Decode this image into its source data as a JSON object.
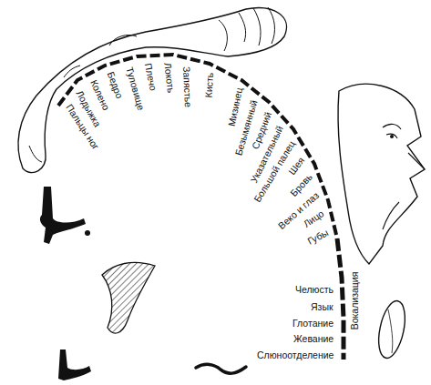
{
  "diagram": {
    "labels": [
      "Пальцы ног",
      "Лодыжка",
      "Колено",
      "Бедро",
      "Туловище",
      "Плечо",
      "Локоть",
      "Запястье",
      "Кисть",
      "Мизинец",
      "Безымянный",
      "Средний",
      "Указательный",
      "Большой палец",
      "Шея",
      "Бровь",
      "Веко и глаз",
      "Лицо",
      "Губы",
      "Вокализация",
      "Челюсть",
      "Язык",
      "Глотание",
      "Жевание",
      "Слюноотделение"
    ]
  }
}
